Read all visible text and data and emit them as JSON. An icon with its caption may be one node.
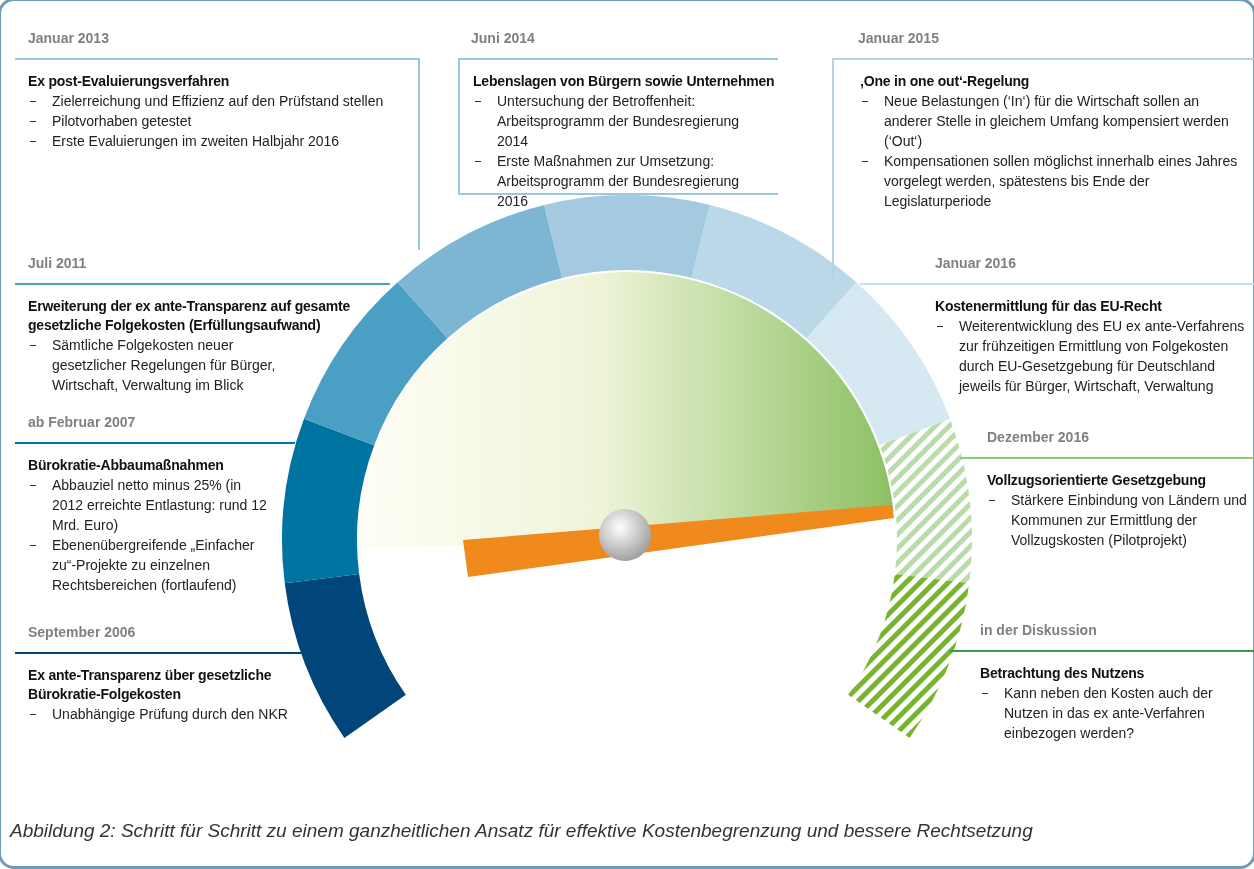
{
  "diagram": {
    "caption": "Abbildung 2: Schritt für Schritt zu einem ganzheitlichen Ansatz für effektive Kostenbegrenzung und bessere Rechtsetzung",
    "nodes": [
      {
        "text": [
          "Januar 2013",
          "Ex post-Evaluierungsverfahren",
          "Zielerreichung und Effizienz auf den Prüfstand stellen",
          "Pilotvorhaben getestet",
          "Erste Evaluierungen im zweiten Halbjahr 2016"
        ]
      },
      {
        "text": [
          "Juni 2014",
          "Lebenslagen von Bürgern sowie Unternehmen",
          "Untersuchung der Betroffenheit: Arbeitsprogramm der Bundesregierung 2014",
          "Erste Maßnahmen zur Umsetzung: Arbeitsprogramm der Bundesregierung 2016"
        ]
      },
      {
        "text": [
          "Januar 2015",
          "‚One in one out‘-Regelung",
          "Neue Belastungen (‘In‘) für die Wirtschaft sollen an anderer Stelle in gleichem Umfang kompensiert werden (‘Out‘)",
          "Kompensationen sollen möglichst innerhalb eines Jahres vorgelegt werden, spätestens bis Ende der Legislaturperiode"
        ]
      },
      {
        "text": [
          "Juli 2011",
          "Erweiterung der ex ante-Transparenz auf gesamte gesetzliche Folgekosten (Erfüllungsaufwand)",
          "Sämtliche Folgekosten neuer gesetzlicher Regelungen für Bürger, Wirtschaft, Verwaltung im Blick"
        ]
      },
      {
        "text": [
          "Januar 2016",
          "Kostenermittlung für das EU-Recht",
          "Weiterentwicklung des EU ex ante-Verfahrens zur frühzeitigen Ermittlung von Folgekosten durch EU-Gesetzgebung für Deutschland jeweils für Bürger, Wirtschaft, Verwaltung"
        ]
      },
      {
        "text": [
          "ab Februar 2007",
          "Bürokratie-Abbaumaßnahmen",
          "Abbauziel netto minus 25% (in 2012 erreichte Entlastung: rund 12 Mrd. Euro)",
          "Ebenenübergreifende „Einfacher zu“-Projekte zu einzelnen Rechtsbereichen (fortlaufend)"
        ]
      },
      {
        "text": [
          "Dezember 2016",
          "Vollzugsorientierte Gesetzgebung",
          "Stärkere Einbindung von Ländern und Kommunen zur Ermittlung der Vollzugskosten (Pilotprojekt)"
        ]
      },
      {
        "text": [
          "September 2006",
          "Ex ante-Transparenz über gesetzliche Bürokratie-Folgekosten",
          "Unabhängige Prüfung durch den NKR"
        ]
      },
      {
        "text": [
          "in der Diskussion",
          "Betrachtung des Nutzens",
          "Kann neben den Kosten auch der Nutzen in das ex ante-Verfahren einbezogen werden?"
        ]
      }
    ]
  }
}
